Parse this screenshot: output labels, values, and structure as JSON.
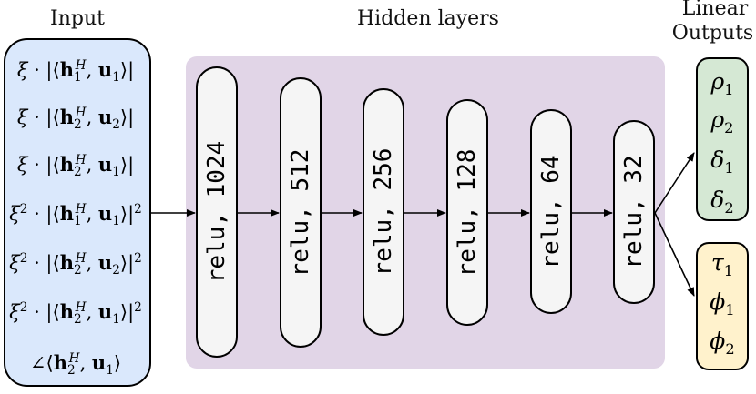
{
  "headers": {
    "input": "Input",
    "hidden": "Hidden layers",
    "output_line1": "Linear",
    "output_line2": "Outputs"
  },
  "input_features": [
    {
      "coef": "ξ",
      "power": "",
      "h_sub": "1",
      "u_sub": "1",
      "abs_pow": "",
      "angle": false
    },
    {
      "coef": "ξ",
      "power": "",
      "h_sub": "2",
      "u_sub": "2",
      "abs_pow": "",
      "angle": false
    },
    {
      "coef": "ξ",
      "power": "",
      "h_sub": "2",
      "u_sub": "1",
      "abs_pow": "",
      "angle": false
    },
    {
      "coef": "ξ",
      "power": "2",
      "h_sub": "1",
      "u_sub": "1",
      "abs_pow": "2",
      "angle": false
    },
    {
      "coef": "ξ",
      "power": "2",
      "h_sub": "2",
      "u_sub": "2",
      "abs_pow": "2",
      "angle": false
    },
    {
      "coef": "ξ",
      "power": "2",
      "h_sub": "2",
      "u_sub": "1",
      "abs_pow": "2",
      "angle": false
    },
    {
      "coef": "",
      "power": "",
      "h_sub": "2",
      "u_sub": "1",
      "abs_pow": "",
      "angle": true
    }
  ],
  "hidden_layers": [
    {
      "label": "relu, 1024"
    },
    {
      "label": "relu, 512"
    },
    {
      "label": "relu, 256"
    },
    {
      "label": "relu, 128"
    },
    {
      "label": "relu, 64"
    },
    {
      "label": "relu, 32"
    }
  ],
  "output_groups": [
    {
      "color": "#d5e8d4",
      "items": [
        {
          "sym": "ρ",
          "sub": "1"
        },
        {
          "sym": "ρ",
          "sub": "2"
        },
        {
          "sym": "δ",
          "sub": "1"
        },
        {
          "sym": "δ",
          "sub": "2"
        }
      ]
    },
    {
      "color": "#fff2cc",
      "items": [
        {
          "sym": "τ",
          "sub": "1"
        },
        {
          "sym": "ϕ",
          "sub": "1"
        },
        {
          "sym": "ϕ",
          "sub": "2"
        }
      ]
    }
  ],
  "colors": {
    "input_fill": "#dae8fc",
    "hidden_panel_fill": "#e1d5e7",
    "layer_fill": "#f5f5f5"
  }
}
